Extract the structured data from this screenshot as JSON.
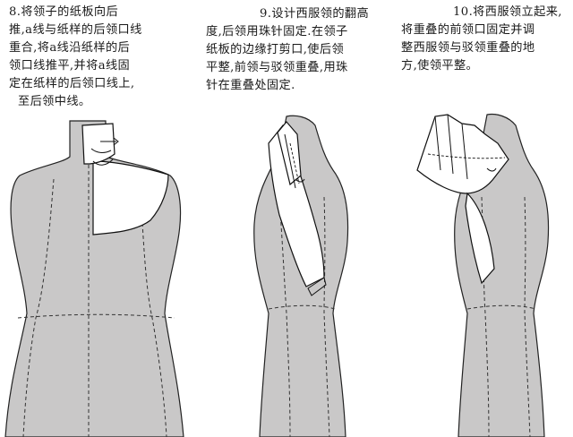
{
  "steps": [
    {
      "lines": [
        "8.将领子的纸板向后",
        "推,a线与纸样的后领口线",
        "重合,将a线沿纸样的后",
        "领口线推平,并将a线固",
        "定在纸样的后领口线上,",
        "至后领中线。"
      ]
    },
    {
      "lines": [
        "9.设计西服领的翻高",
        "度,后领用珠针固定.在领子",
        "纸板的边缘打剪口,使后领",
        "平整,前领与驳领重叠,用珠",
        "针在重叠处固定."
      ]
    },
    {
      "lines": [
        "10.将西服领立起来,",
        "将重叠的前领口固定并调",
        "整西服领与驳领重叠的地",
        "方,使领平整。"
      ]
    }
  ],
  "colors": {
    "form": "#c9c8c8",
    "outline": "#222222",
    "paper": "#ffffff"
  }
}
